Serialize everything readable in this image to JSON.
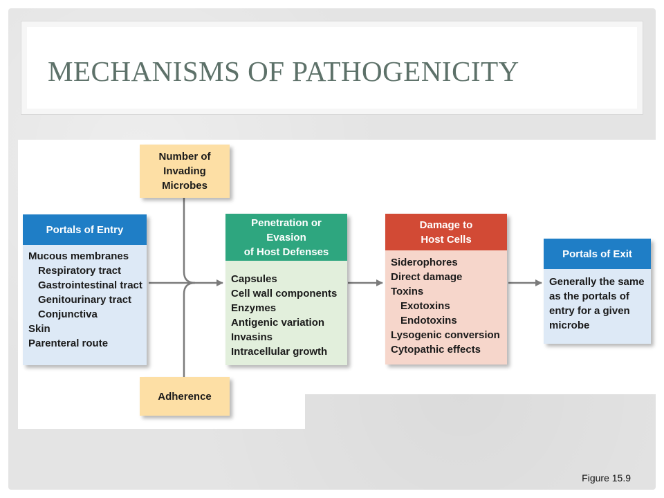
{
  "slide": {
    "title": "MECHANISMS OF PATHOGENICITY",
    "caption": "Figure 15.9"
  },
  "colors": {
    "blue_header": "#1f7ec6",
    "blue_body": "#dde9f6",
    "green_header": "#2ea67f",
    "green_body": "#e2efdc",
    "red_header": "#d24a35",
    "red_body": "#f6d6cb",
    "yellow": "#fddfa5",
    "arrow": "#7b7b7b"
  },
  "diagram": {
    "number_of_invading_microbes": [
      "Number of",
      "Invading",
      "Microbes"
    ],
    "adherence": "Adherence",
    "portals_of_entry": {
      "header": "Portals of Entry",
      "items": [
        {
          "text": "Mucous membranes",
          "indent": false
        },
        {
          "text": "Respiratory tract",
          "indent": true
        },
        {
          "text": "Gastrointestinal tract",
          "indent": true
        },
        {
          "text": "Genitourinary tract",
          "indent": true
        },
        {
          "text": "Conjunctiva",
          "indent": true
        },
        {
          "text": "Skin",
          "indent": false
        },
        {
          "text": "Parenteral route",
          "indent": false
        }
      ]
    },
    "penetration_or_evasion": {
      "header": [
        "Penetration or",
        "Evasion",
        "of Host Defenses"
      ],
      "items": [
        {
          "text": "Capsules",
          "indent": false
        },
        {
          "text": "Cell wall components",
          "indent": false
        },
        {
          "text": "Enzymes",
          "indent": false
        },
        {
          "text": "Antigenic variation",
          "indent": false
        },
        {
          "text": "Invasins",
          "indent": false
        },
        {
          "text": "Intracellular growth",
          "indent": false
        }
      ]
    },
    "damage_to_host_cells": {
      "header": [
        "Damage to",
        "Host Cells"
      ],
      "items": [
        {
          "text": "Siderophores",
          "indent": false
        },
        {
          "text": "Direct damage",
          "indent": false
        },
        {
          "text": "Toxins",
          "indent": false
        },
        {
          "text": "Exotoxins",
          "indent": true
        },
        {
          "text": "Endotoxins",
          "indent": true
        },
        {
          "text": "Lysogenic conversion",
          "indent": false
        },
        {
          "text": "Cytopathic effects",
          "indent": false
        }
      ]
    },
    "portals_of_exit": {
      "header": "Portals of Exit",
      "items": [
        {
          "text": "Generally the same",
          "indent": false
        },
        {
          "text": "as the portals of",
          "indent": false
        },
        {
          "text": "entry for a given",
          "indent": false
        },
        {
          "text": "microbe",
          "indent": false
        }
      ]
    }
  }
}
